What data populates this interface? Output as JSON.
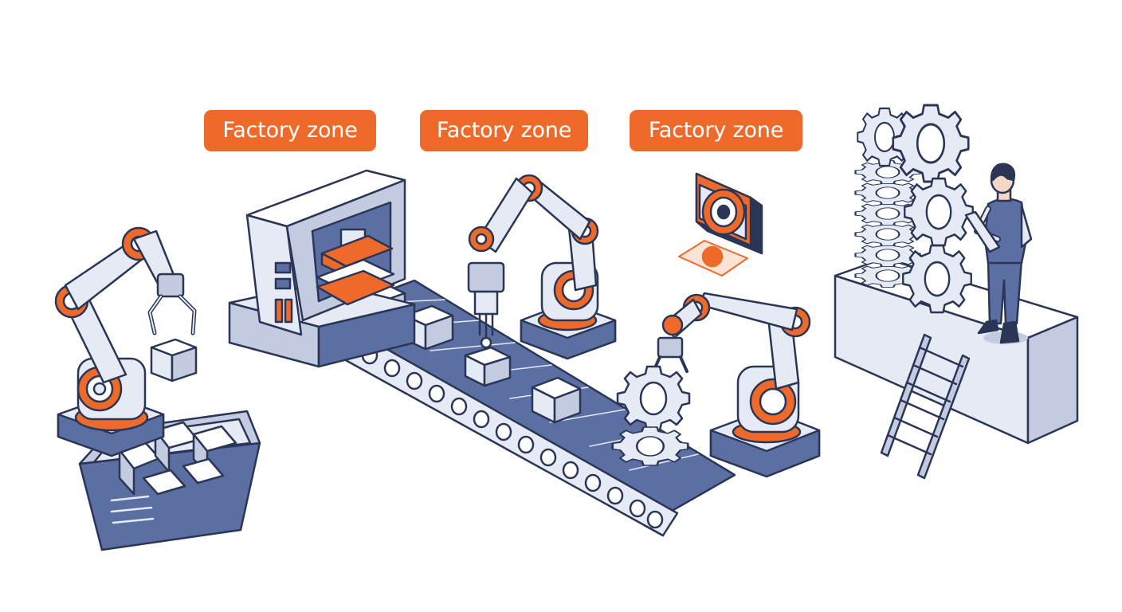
{
  "zone_labels": [
    "Factory zone",
    "Factory zone",
    "Factory zone"
  ],
  "colors": {
    "accent_orange": "#ee6a2b",
    "outline_navy": "#2b3656",
    "steel_blue": "#5b6fa3",
    "light_fill": "#e6eaf4",
    "mid_fill": "#c3cbe0"
  },
  "icons": [
    "robot-arm-icon",
    "stamping-press-icon",
    "conveyor-belt-icon",
    "camera-icon",
    "gear-icon",
    "worker-tablet-icon",
    "ladder-icon",
    "storage-bin-icon"
  ]
}
